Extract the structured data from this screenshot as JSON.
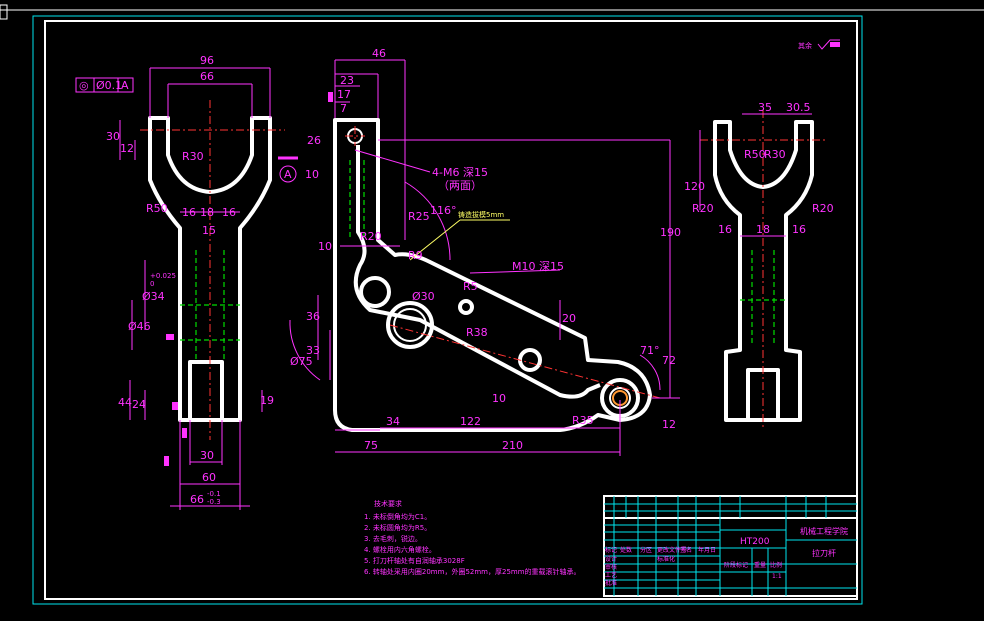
{
  "views": {
    "left": {
      "tolerance_frame": [
        "◎",
        "Ø0.1",
        "A"
      ],
      "dims": [
        "96",
        "66",
        "30",
        "12",
        "R30",
        "R50",
        "16",
        "18",
        "16",
        "15",
        "Ø34",
        "Ø46",
        "44",
        "24",
        "19",
        "30",
        "60",
        "66"
      ],
      "tol_small": [
        "-0.1",
        "-0.3",
        "+0.025",
        "0"
      ],
      "datum": "A"
    },
    "middle": {
      "dims": [
        "46",
        "23",
        "17",
        "7",
        "26",
        "10",
        "R20",
        "R9",
        "10",
        "R5",
        "Ø30",
        "R38",
        "36",
        "33",
        "Ø75",
        "34",
        "122",
        "75",
        "210",
        "190",
        "20",
        "72",
        "12",
        "10",
        "R35",
        "R25",
        "116°",
        "71°"
      ],
      "callouts": [
        "4-M6 深15",
        "（两面）",
        "M10 深15",
        "铸造拔模5mm"
      ]
    },
    "right": {
      "dims": [
        "35",
        "30.5",
        "120",
        "R20",
        "R20",
        "16",
        "18",
        "16",
        "R50",
        "R30"
      ]
    }
  },
  "roughness_note": "其余",
  "tech_requirements": {
    "title": "技术要求",
    "items": [
      "1. 未标倒角均为C1。",
      "2. 未标圆角均为R5。",
      "3. 去毛刺，锐边。",
      "4. 螺栓用内六角螺栓。",
      "5. 打刀杆轴处有自润轴承3028F",
      "6. 转轴处采用内圈20mm，外圈52mm，厚25mm的重载滚针轴承。"
    ]
  },
  "title_block": {
    "material": "HT200",
    "school": "机械工程学院",
    "part_name": "拉刀杆",
    "labels": [
      "标记",
      "处数",
      "分区",
      "更改文件号",
      "签名",
      "年月日",
      "设计",
      "审核",
      "工艺",
      "批准",
      "标准化",
      "阶段标记",
      "重量",
      "比例",
      "1:1"
    ]
  },
  "colors": {
    "background": "#000000",
    "outline": "#ffffff",
    "dimension": "#ff33ff",
    "hidden": "#00dd00",
    "center": "#ff3333",
    "frame_cyan": "#00e5ee",
    "callout": "#ffff66"
  }
}
